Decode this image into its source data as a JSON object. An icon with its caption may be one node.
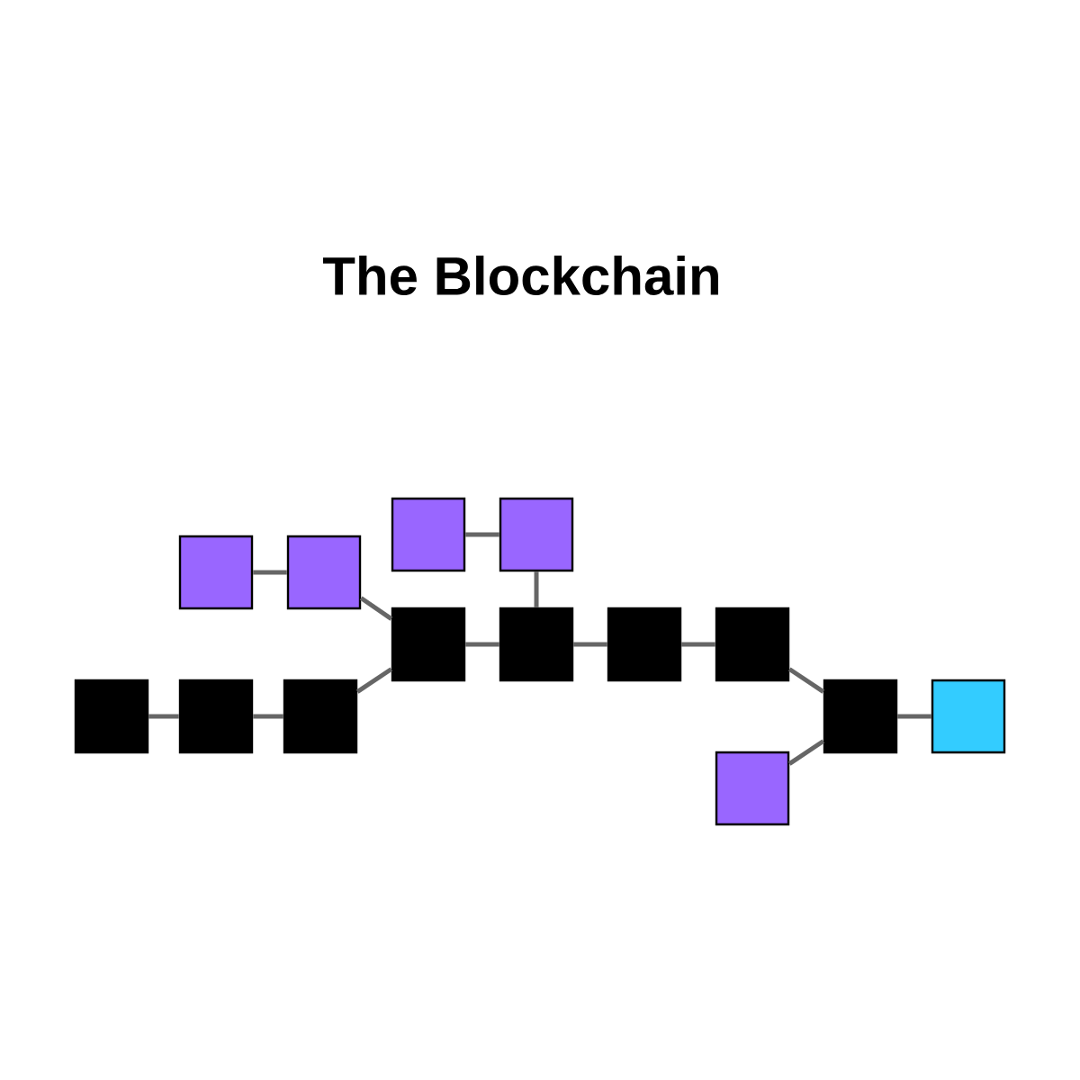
{
  "diagram": {
    "title": "The Blockchain",
    "nodes": [
      {
        "text": [],
        "shape": "box"
      },
      {
        "text": [],
        "shape": "box"
      },
      {
        "text": [],
        "shape": "box"
      },
      {
        "text": [],
        "shape": "box"
      },
      {
        "text": [],
        "shape": "box"
      },
      {
        "text": [],
        "shape": "box"
      },
      {
        "text": [],
        "shape": "box"
      },
      {
        "text": [],
        "shape": "box"
      },
      {
        "text": [],
        "shape": "box"
      },
      {
        "text": [],
        "shape": "box"
      },
      {
        "text": [],
        "shape": "box"
      },
      {
        "text": [],
        "shape": "box"
      },
      {
        "text": [],
        "shape": "box"
      },
      {
        "text": [],
        "shape": "box"
      }
    ],
    "edges": [
      {
        "from": 0,
        "to": 1,
        "arrow": "none"
      },
      {
        "from": 1,
        "to": 2,
        "arrow": "none"
      },
      {
        "from": 3,
        "to": 4,
        "arrow": "none"
      },
      {
        "from": 2,
        "to": 5,
        "arrow": "none"
      },
      {
        "from": 4,
        "to": 5,
        "arrow": "none"
      },
      {
        "from": 5,
        "to": 8,
        "arrow": "none"
      },
      {
        "from": 6,
        "to": 7,
        "arrow": "none"
      },
      {
        "from": 7,
        "to": 8,
        "arrow": "none"
      },
      {
        "from": 8,
        "to": 9,
        "arrow": "none"
      },
      {
        "from": 9,
        "to": 10,
        "arrow": "none"
      },
      {
        "from": 10,
        "to": 12,
        "arrow": "none"
      },
      {
        "from": 11,
        "to": 12,
        "arrow": "none"
      },
      {
        "from": 12,
        "to": 13,
        "arrow": "none"
      }
    ]
  }
}
